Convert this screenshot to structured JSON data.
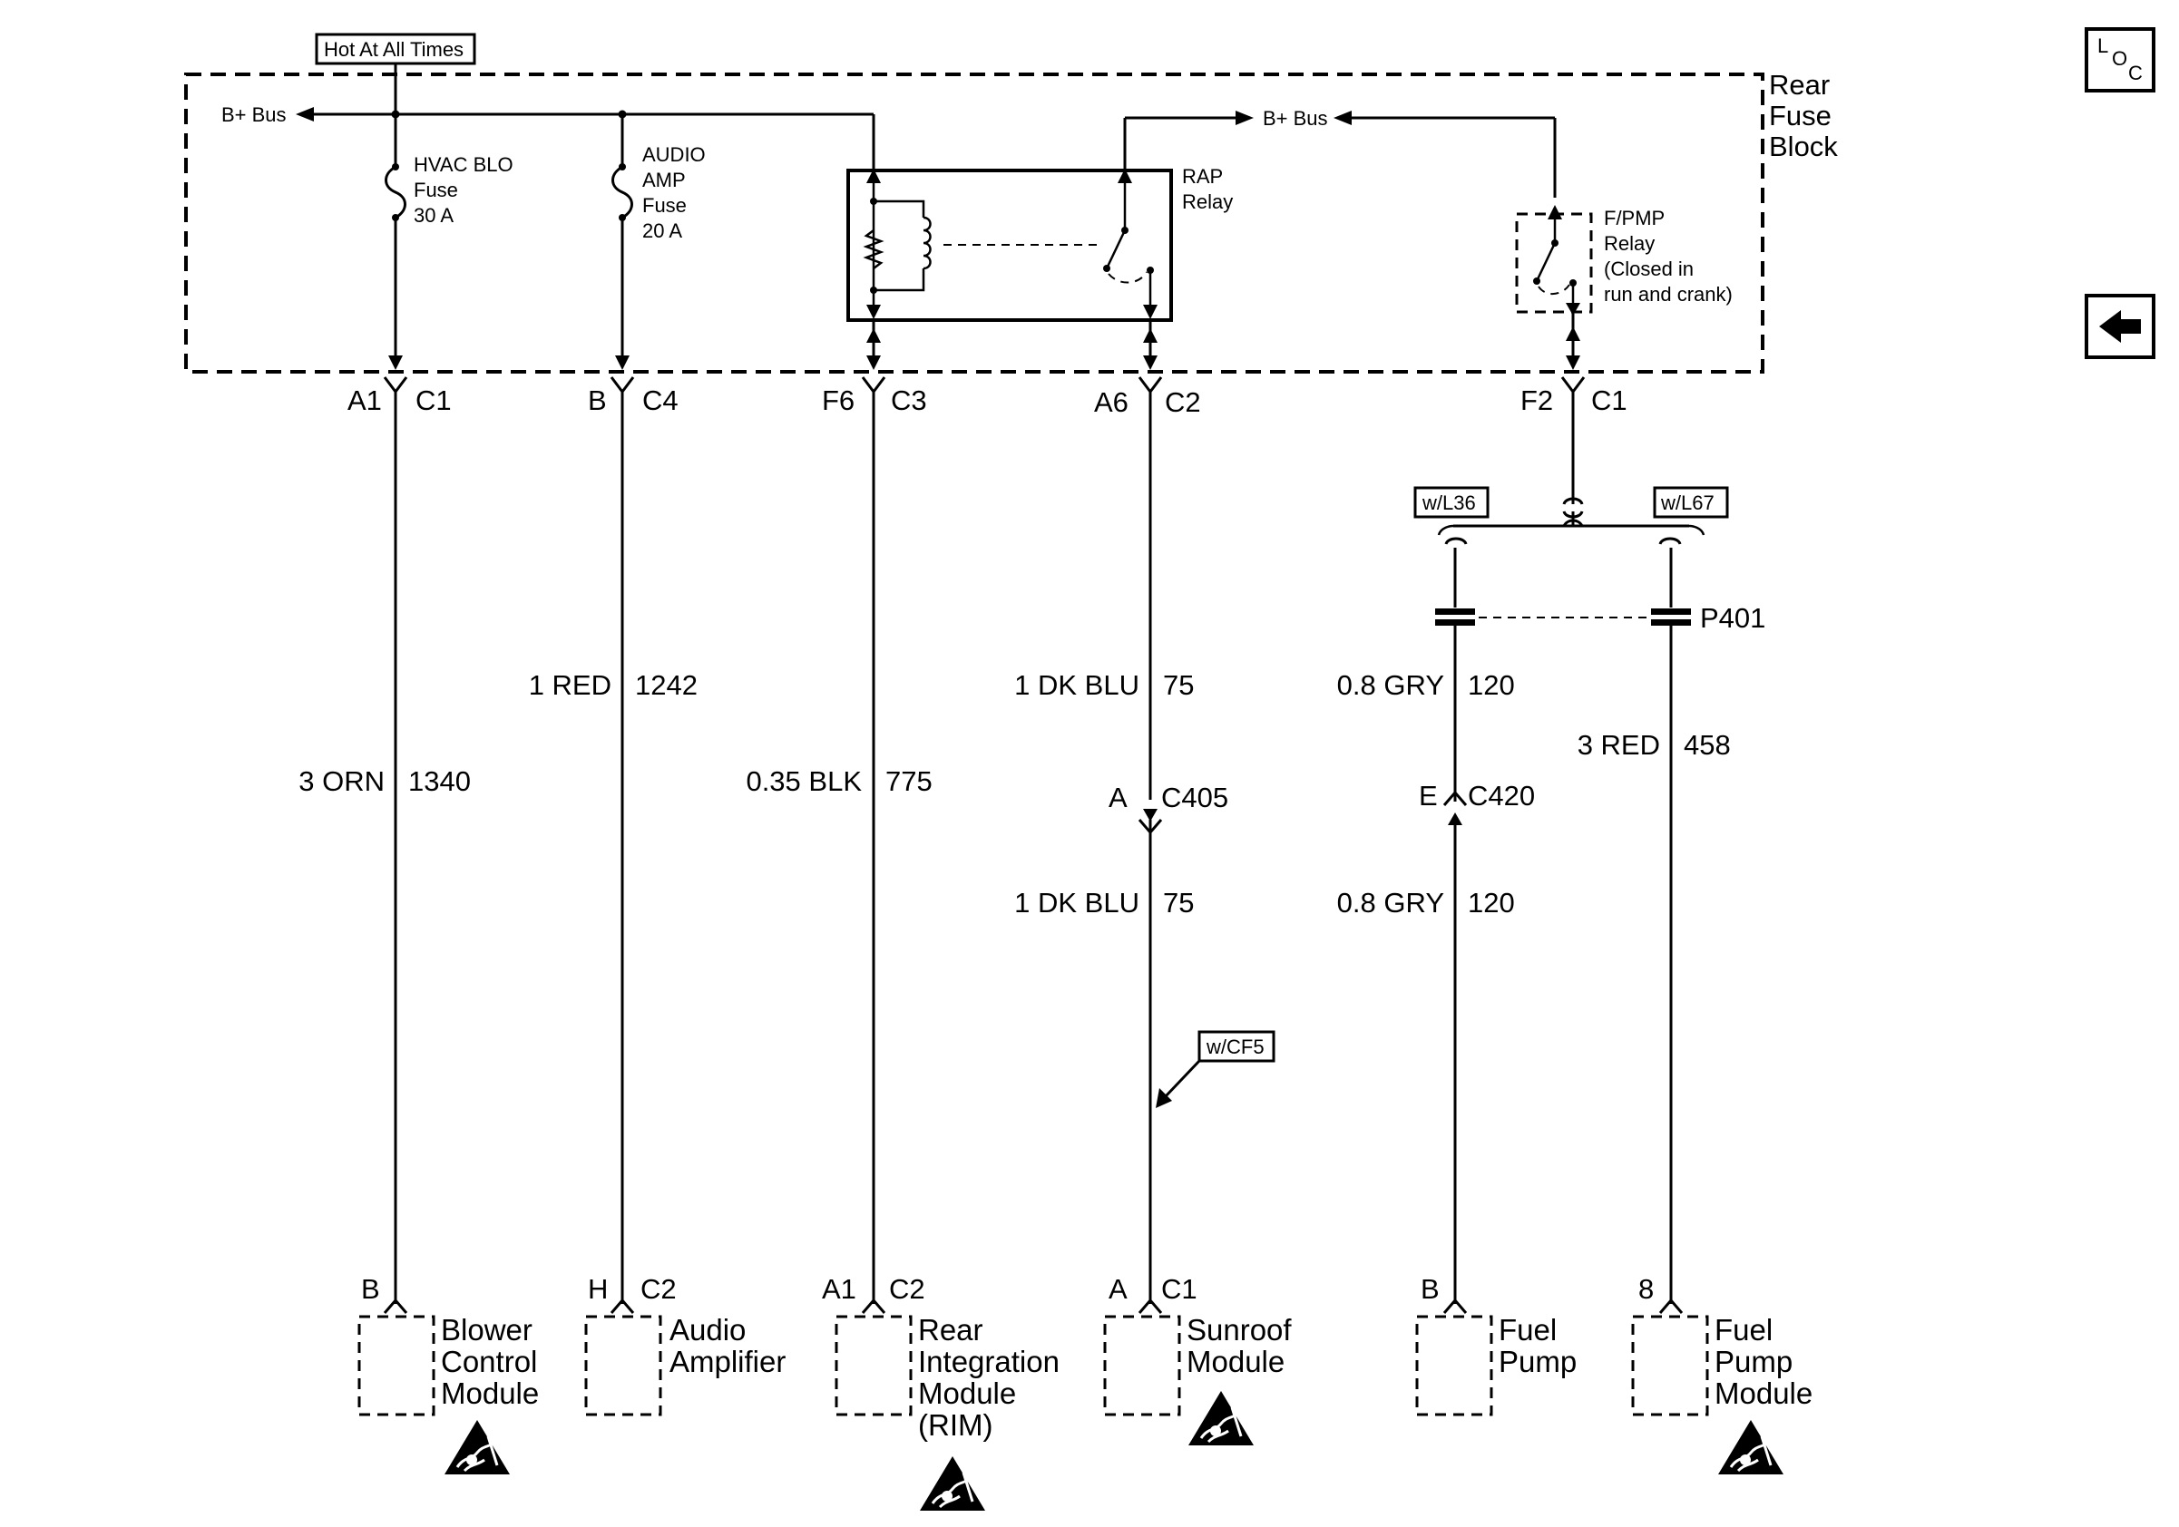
{
  "header": {
    "hot_label": "Hot At All Times",
    "fuse_block_line1": "Rear",
    "fuse_block_line2": "Fuse",
    "fuse_block_line3": "Block",
    "bplus_left": "B+ Bus",
    "bplus_right": "B+ Bus"
  },
  "fuses": [
    {
      "line1": "HVAC BLO",
      "line2": "Fuse",
      "line3": "30 A"
    },
    {
      "line1": "AUDIO",
      "line2": "AMP",
      "line3": "Fuse",
      "line4": "20 A"
    }
  ],
  "relays": {
    "rap": {
      "line1": "RAP",
      "line2": "Relay"
    },
    "fpmp": {
      "line1": "F/PMP",
      "line2": "Relay",
      "line3": "(Closed in",
      "line4": "run and crank)"
    }
  },
  "connectors_top": [
    {
      "pin": "A1",
      "conn": "C1"
    },
    {
      "pin": "B",
      "conn": "C4"
    },
    {
      "pin": "F6",
      "conn": "C3"
    },
    {
      "pin": "A6",
      "conn": "C2"
    },
    {
      "pin": "F2",
      "conn": "C1"
    }
  ],
  "wires": [
    {
      "spec": "3 ORN",
      "circuit": "1340"
    },
    {
      "spec": "1 RED",
      "circuit": "1242"
    },
    {
      "spec": "0.35 BLK",
      "circuit": "775"
    },
    {
      "spec": "1 DK BLU",
      "circuit": "75"
    },
    {
      "spec": "1 DK BLU",
      "circuit": "75"
    },
    {
      "spec": "0.8 GRY",
      "circuit": "120"
    },
    {
      "spec": "0.8 GRY",
      "circuit": "120"
    },
    {
      "spec": "3 RED",
      "circuit": "458"
    }
  ],
  "options": {
    "l36": "w/L36",
    "l67": "w/L67",
    "cf5": "w/CF5"
  },
  "inline": {
    "p401": "P401",
    "c405_pin": "A",
    "c405": "C405",
    "c420_pin": "E",
    "c420": "C420"
  },
  "components": [
    {
      "pin": "B",
      "conn": "",
      "line1": "Blower",
      "line2": "Control",
      "line3": "Module",
      "line4": ""
    },
    {
      "pin": "H",
      "conn": "C2",
      "line1": "Audio",
      "line2": "Amplifier",
      "line3": "",
      "line4": ""
    },
    {
      "pin": "A1",
      "conn": "C2",
      "line1": "Rear",
      "line2": "Integration",
      "line3": "Module",
      "line4": "(RIM)"
    },
    {
      "pin": "A",
      "conn": "C1",
      "line1": "Sunroof",
      "line2": "Module",
      "line3": "",
      "line4": ""
    },
    {
      "pin": "B",
      "conn": "",
      "line1": "Fuel",
      "line2": "Pump",
      "line3": "",
      "line4": ""
    },
    {
      "pin": "8",
      "conn": "",
      "line1": "Fuel",
      "line2": "Pump",
      "line3": "Module",
      "line4": ""
    }
  ],
  "nav": {
    "loc_l": "L",
    "loc_o": "O",
    "loc_c": "C"
  }
}
